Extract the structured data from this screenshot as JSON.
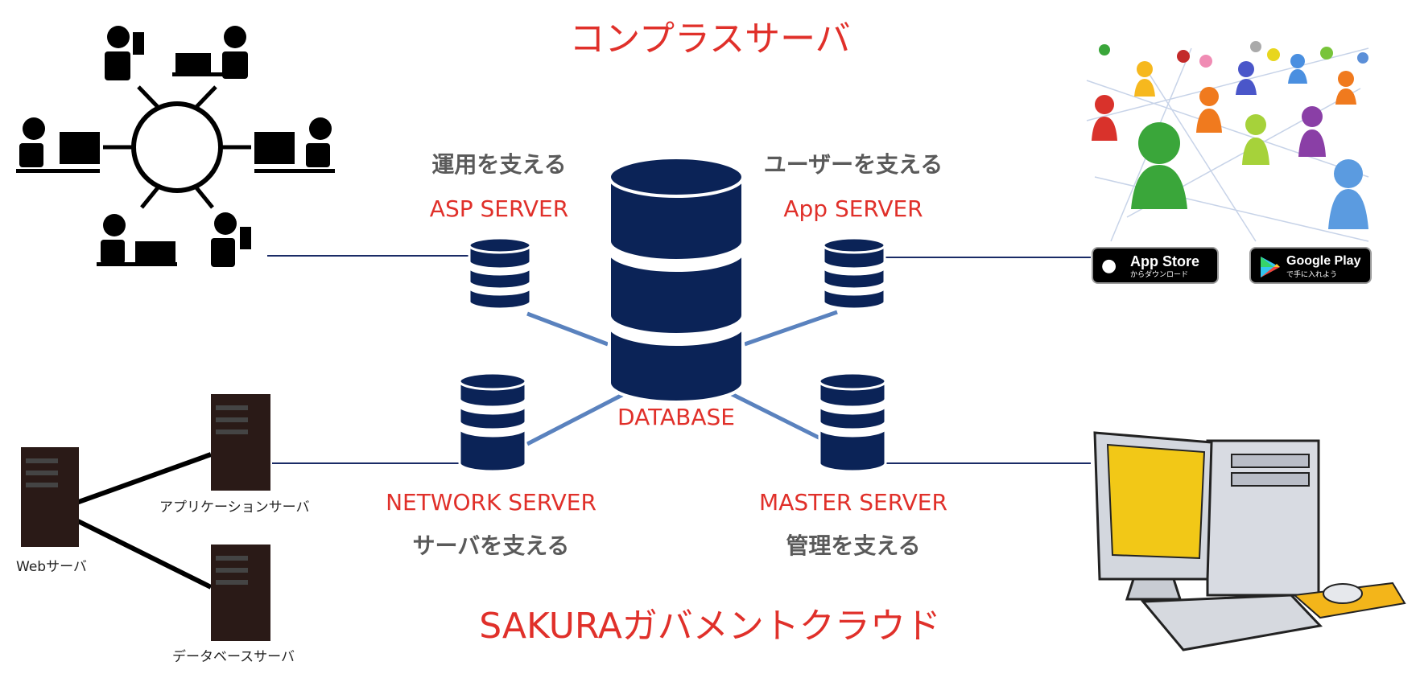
{
  "titles": {
    "top": "コンプラスサーバ",
    "bottom": "SAKURAガバメントクラウド"
  },
  "servers": {
    "asp": {
      "role": "運用を支える",
      "name": "ASP SERVER"
    },
    "app": {
      "role": "ユーザーを支える",
      "name": "App SERVER"
    },
    "network": {
      "role": "サーバを支える",
      "name": "NETWORK SERVER"
    },
    "master": {
      "role": "管理を支える",
      "name": "MASTER SERVER"
    },
    "database": {
      "name": "DATABASE"
    }
  },
  "left_network": {
    "web": "Webサーバ",
    "application": "アプリケーションサーバ",
    "database": "データベースサーバ"
  },
  "store_badges": {
    "app_store": {
      "title": "App Store",
      "subtitle": "からダウンロード"
    },
    "google_play": {
      "title": "Google Play",
      "subtitle": "で手に入れよう"
    }
  },
  "colors": {
    "accent_red": "#e0302a",
    "navy": "#0b2357",
    "link_blue": "#5a82be",
    "label_gray": "#595959"
  }
}
